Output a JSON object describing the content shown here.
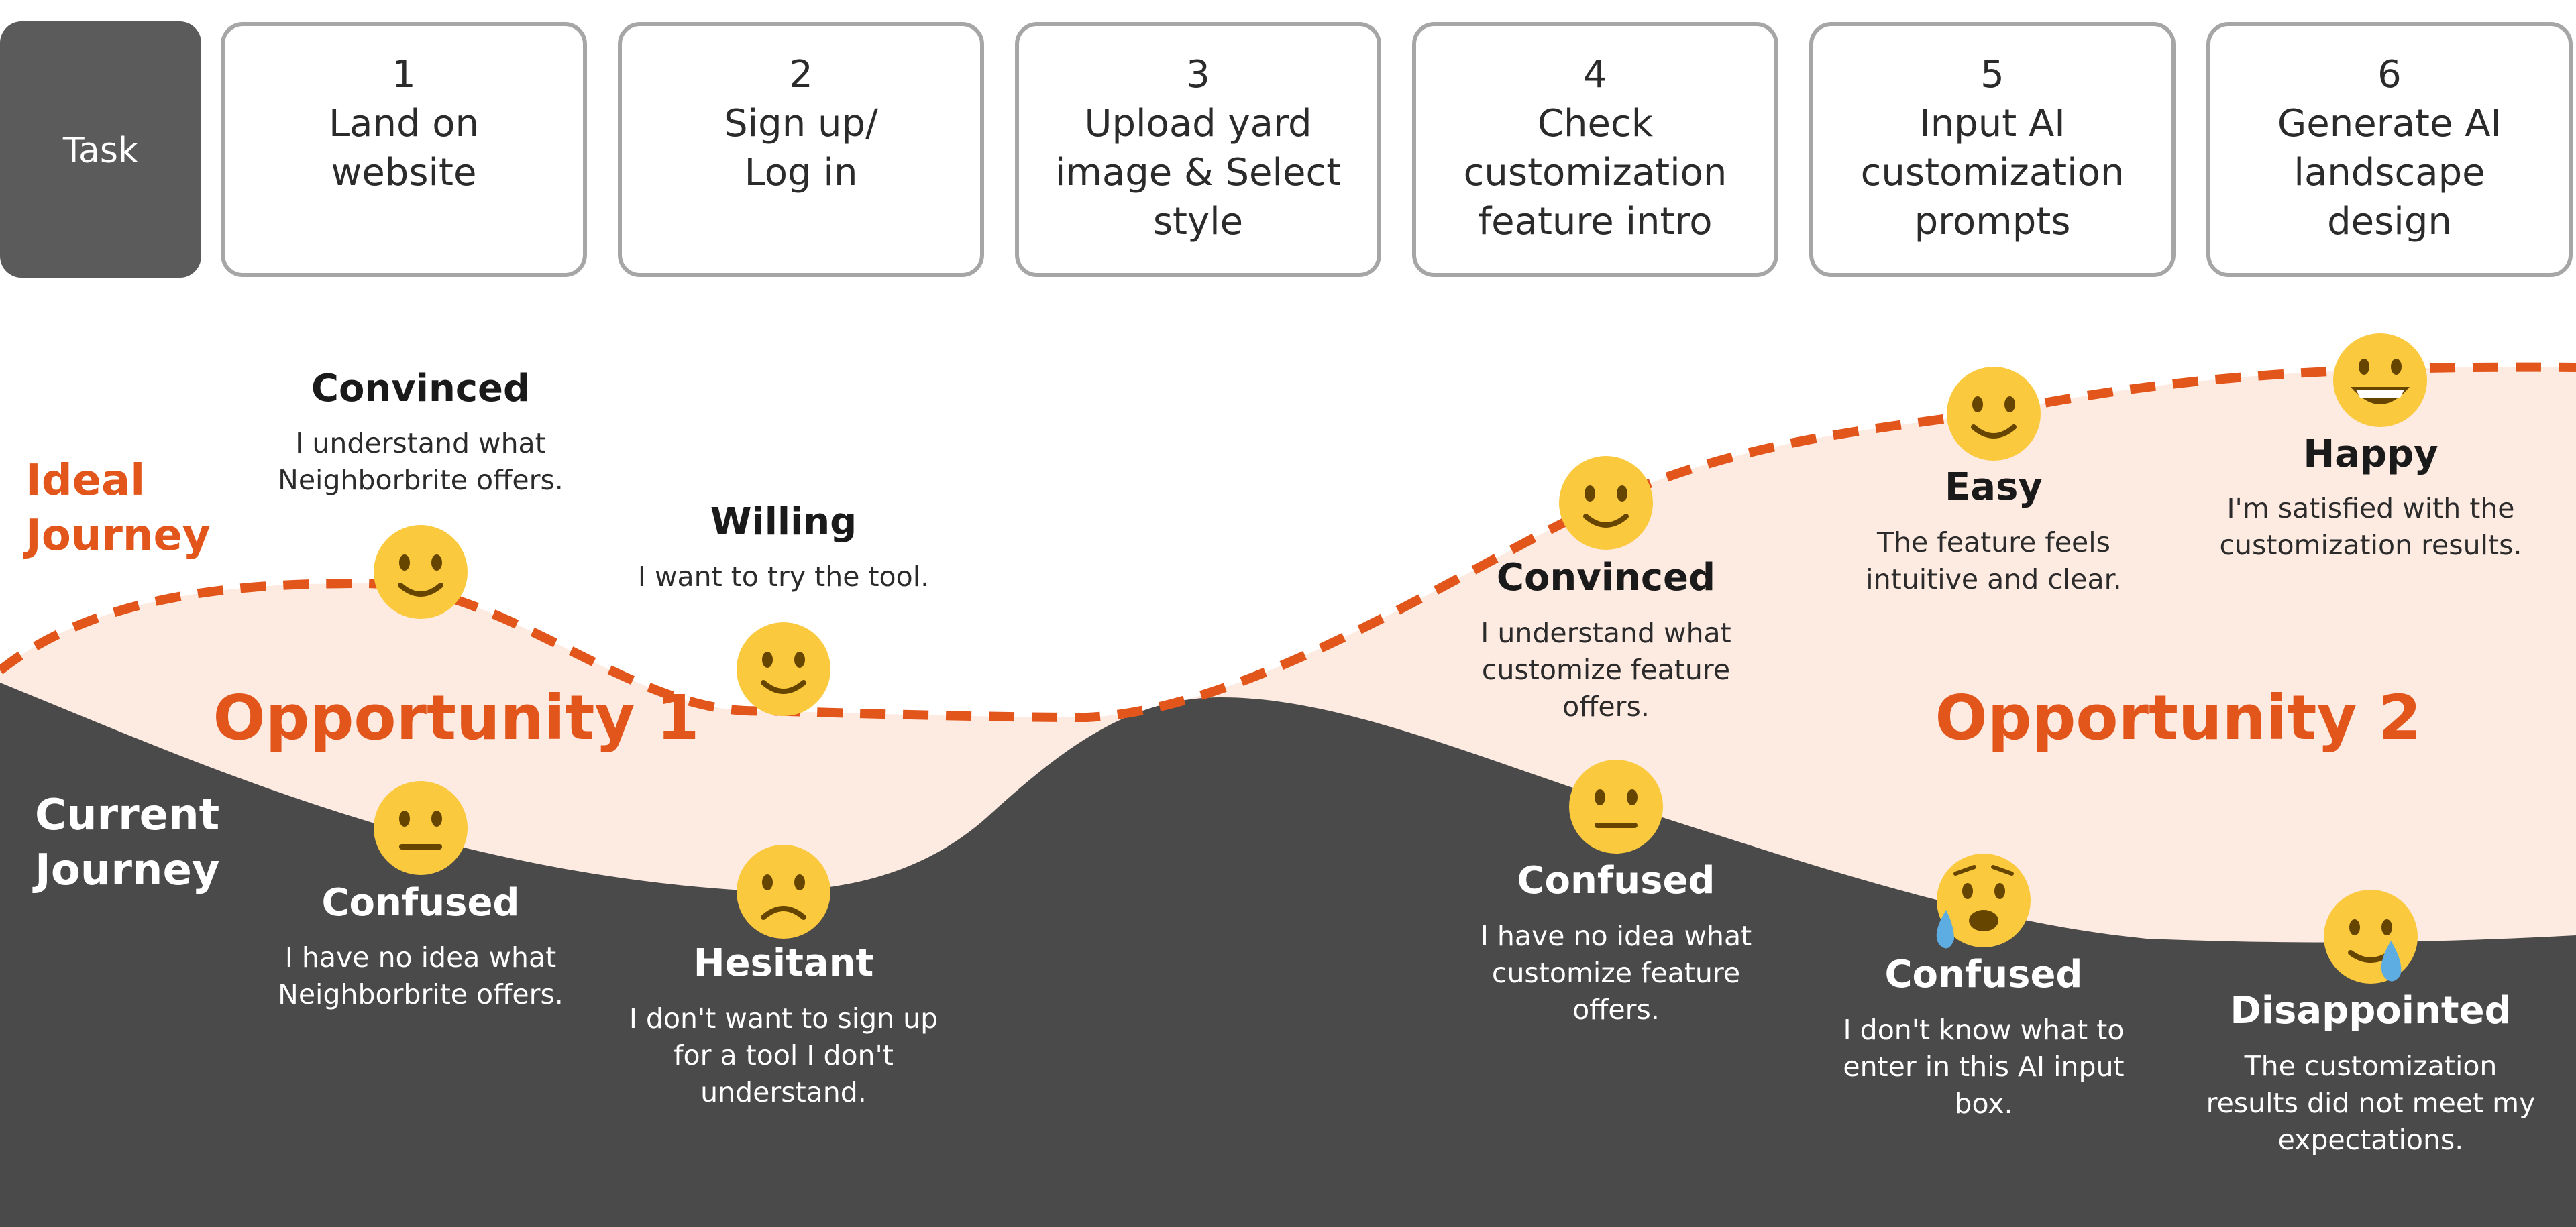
{
  "task_label": "Task",
  "steps": [
    {
      "number": "1",
      "lines": [
        "Land on",
        "website"
      ]
    },
    {
      "number": "2",
      "lines": [
        "Sign up/",
        "Log in"
      ]
    },
    {
      "number": "3",
      "lines": [
        "Upload yard",
        "image & Select",
        "style"
      ]
    },
    {
      "number": "4",
      "lines": [
        "Check",
        "customization",
        "feature intro"
      ]
    },
    {
      "number": "5",
      "lines": [
        "Input AI",
        "customization",
        "prompts"
      ]
    },
    {
      "number": "6",
      "lines": [
        "Generate AI",
        "landscape",
        "design"
      ]
    }
  ],
  "lanes": {
    "ideal": [
      "Ideal",
      "Journey"
    ],
    "current": [
      "Current",
      "Journey"
    ]
  },
  "opportunities": [
    "Opportunity 1",
    "Opportunity 2"
  ],
  "ideal_emotions": [
    {
      "face": "smile-icon",
      "title": "Convinced",
      "desc": [
        "I understand what",
        "Neighborbrite offers."
      ]
    },
    {
      "face": "smile-icon",
      "title": "Willing",
      "desc": [
        "I want to try the tool."
      ]
    },
    {
      "face": "smile-icon",
      "title": "Convinced",
      "desc": [
        "I understand what",
        "customize feature",
        "offers."
      ]
    },
    {
      "face": "smile-icon",
      "title": "Easy",
      "desc": [
        "The feature feels",
        "intuitive and clear."
      ]
    },
    {
      "face": "grin-icon",
      "title": "Happy",
      "desc": [
        "I'm satisfied with the",
        "customization results."
      ]
    }
  ],
  "current_emotions": [
    {
      "face": "neutral-icon",
      "title": "Confused",
      "desc": [
        "I have no idea what",
        "Neighborbrite offers."
      ]
    },
    {
      "face": "frown-icon",
      "title": "Hesitant",
      "desc": [
        "I don't want to sign up",
        "for a tool I don't",
        "understand."
      ]
    },
    {
      "face": "neutral-icon",
      "title": "Confused",
      "desc": [
        "I have no idea what",
        "customize feature",
        "offers."
      ]
    },
    {
      "face": "sweat-icon",
      "title": "Confused",
      "desc": [
        "I don't know what to",
        "enter in this AI input",
        "box."
      ]
    },
    {
      "face": "tear-icon",
      "title": "Disappointed",
      "desc": [
        "The customization",
        "results did not meet my",
        "expectations."
      ]
    }
  ],
  "colors": {
    "accent": "#e2551b",
    "dark": "#4a4a4a",
    "peach": "#fdeae1",
    "emoji": "#fbc93d"
  }
}
